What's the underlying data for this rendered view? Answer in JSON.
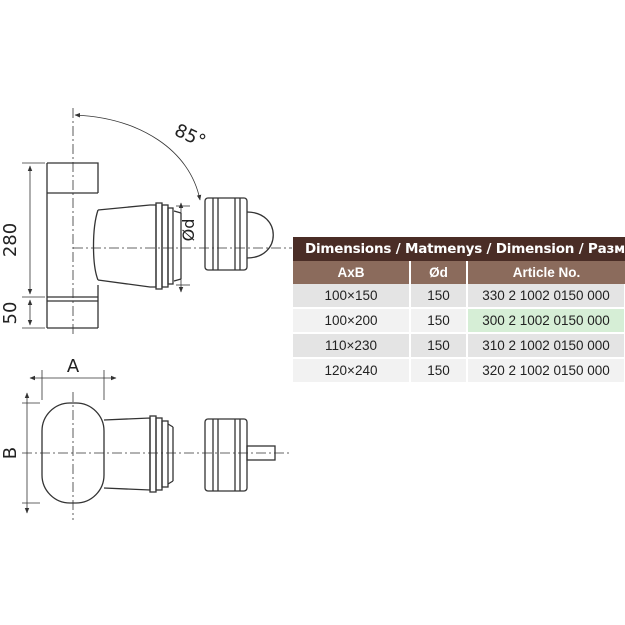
{
  "dimensions": {
    "angle": "85°",
    "height_main": "280",
    "height_bottom": "50",
    "diameter": "Ød",
    "width_a": "A",
    "height_b": "B"
  },
  "table": {
    "title": "Dimensions / Matmenys / Dimension / Разм",
    "headers": [
      "AxB",
      "Ød",
      "Article No."
    ],
    "rows": [
      {
        "axb": "100×150",
        "d": "150",
        "article": "330 2 1002 0150 000"
      },
      {
        "axb": "100×200",
        "d": "150",
        "article": "300 2 1002 0150 000"
      },
      {
        "axb": "110×230",
        "d": "150",
        "article": "310 2 1002 0150 000"
      },
      {
        "axb": "120×240",
        "d": "150",
        "article": "320 2 1002 0150 000"
      }
    ],
    "highlight_row": 1,
    "colors": {
      "title_bg": "#4a2d26",
      "header_bg": "#8b6b5c",
      "highlight": "#d6eed6"
    }
  }
}
